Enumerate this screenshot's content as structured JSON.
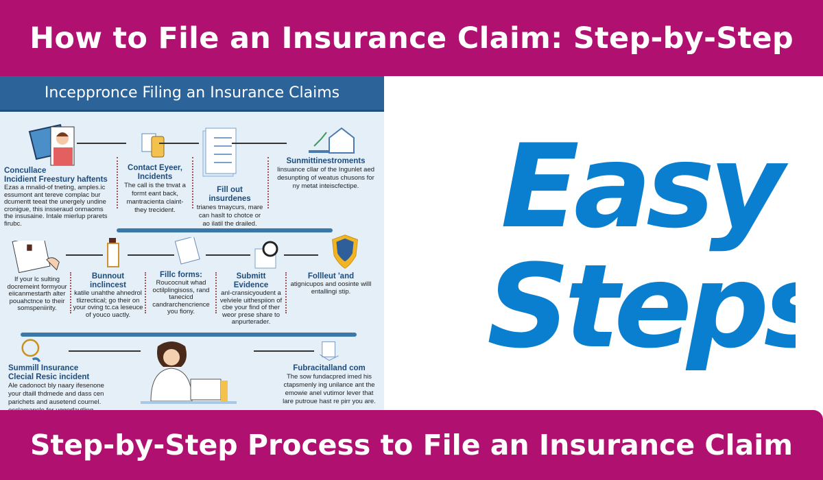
{
  "header": {
    "title": "How to File an Insurance Claim: Step-by-Step"
  },
  "infographic": {
    "title": "Inceppronce Filing an Insurance Claims",
    "row1": [
      {
        "title": "Concullace",
        "subtitle": "Incidient Freestury haftents",
        "text": "Ezas a mnalid-of tneting, amples.ic essumont ant tereve complac bur dcumentt teeat the unergely undine cronigue, this insseraud onmaoms the insusaine. Intale mierlup prarets firubc."
      },
      {
        "title": "Contact Eyeer, Incidents",
        "text": "The call is the tnvat a formt eant back, mantracienta claint- they trecident."
      },
      {
        "title": "Fill out insurdenes",
        "text": "trianes tmaycurs, mare can haslt to chotce or ao ilatil the drailed."
      },
      {
        "title": "Sunmittinestroments",
        "text": "Iinsuance cllar of the Ingunlet aed desunpting of weatus chusons for ny metat inteiscfectipe."
      }
    ],
    "row2": [
      {
        "title": "",
        "text": "If your lc sulting docremeint formyour eiicanmestarth alter pouahctnce to their somspeniirity."
      },
      {
        "title": "Bunnout inclincest",
        "text": "katile unahthe ahnedrol tlizrectical; go their on your oving tc.ca leseuce of youco uactly."
      },
      {
        "title": "Fillc forms:",
        "text": "Roucocnuit whad octilplingisoss, rand tanecicd candrarchencrience you fiony."
      },
      {
        "title": "Submitt Evidence",
        "text": "anl-cransicyoudent a velviele uithespiion of cbe your find of ther weor prese share to anpurterader."
      },
      {
        "title": "Follleut 'and",
        "text": "atignicupos and oosinte willl entallingi stip."
      }
    ],
    "row3": [
      {
        "title": "Summill Insurance",
        "subtitle": "Clecial Resic incident",
        "text": "Ale cadonoct bly naary ifesenone your dtaill thdmede and dass cen parichets and ausetend cournel. occlamancle for uggerfautling"
      },
      {
        "title": "Fubracitalland com",
        "text": "The sow fundacpred imed his ctapsmenly ing unilance ant the emowie anel vutimor lever that lare putroue hast re pirr you are."
      }
    ]
  },
  "logo": {
    "line1": "Easy",
    "line2": "Steps"
  },
  "footer": {
    "title": "Step-by-Step Process to File an Insurance Claim"
  },
  "colors": {
    "brand": "#b0106f",
    "logo": "#0a7fd0",
    "info_header": "#2c6499"
  }
}
